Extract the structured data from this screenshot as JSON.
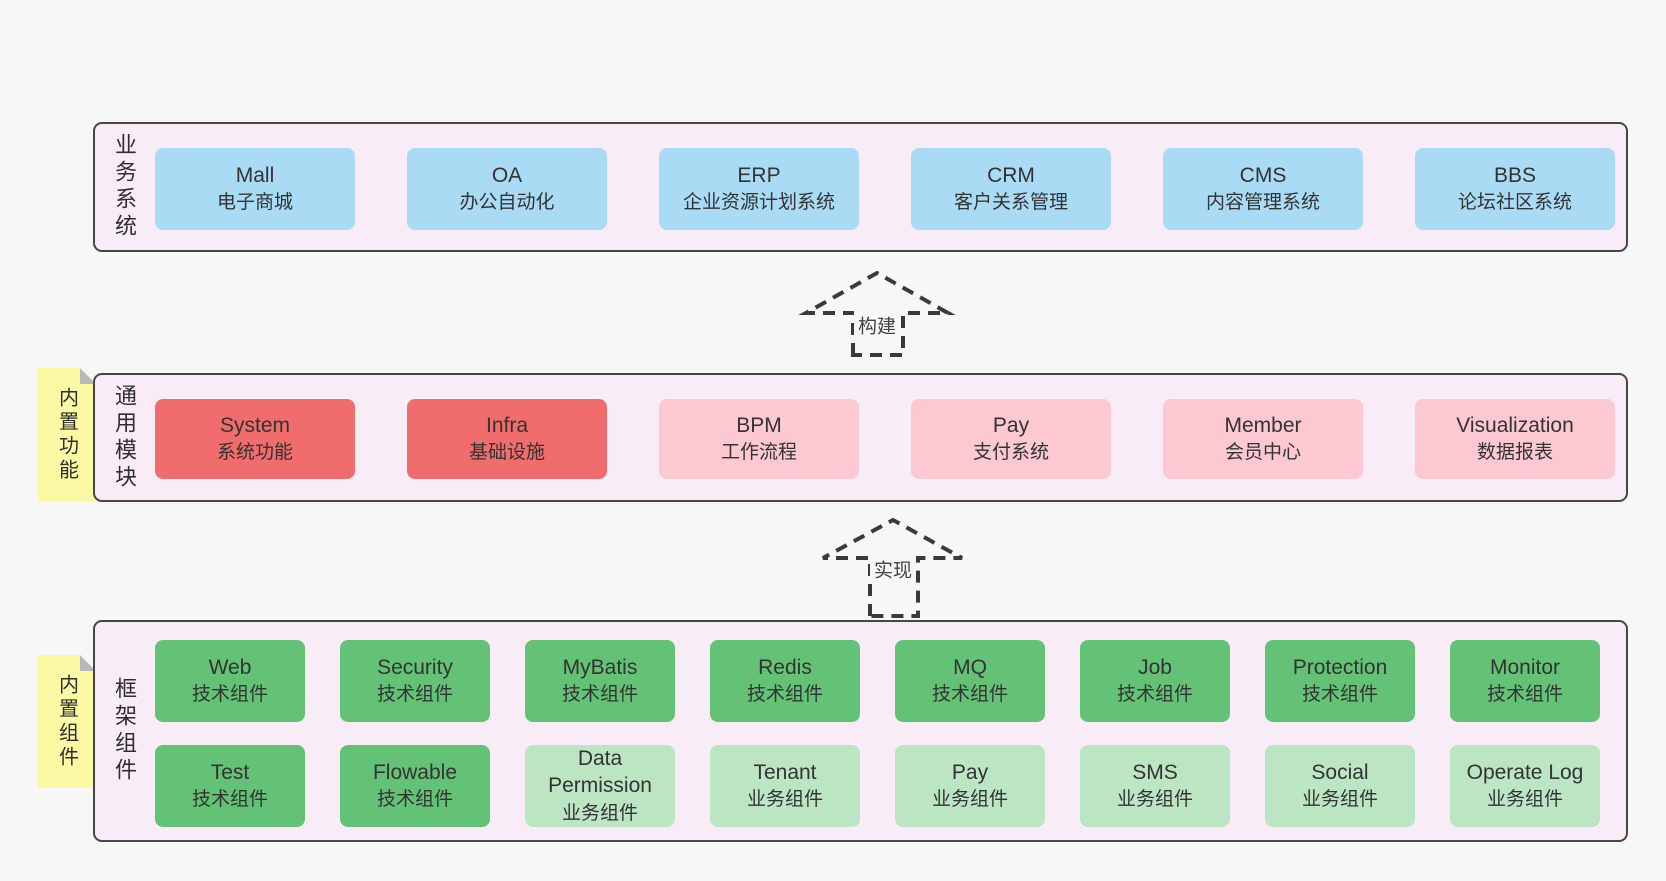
{
  "colors": {
    "page_bg": "#f7f7f7",
    "container_bg": "#f8edf6",
    "container_border": "#464646",
    "blue": "#a9dbf5",
    "red": "#f16c6c",
    "pink": "#fcc8d1",
    "green": "#64c276",
    "lightgreen": "#bce5c4",
    "sticky_yellow": "#fbf9a3",
    "fold_gray": "#b8b8b8",
    "arrow_dash": "#3a3a3a",
    "text": "#333333"
  },
  "sections": [
    {
      "id": "business-systems",
      "label": "业务系统",
      "sticky": null,
      "rows": [
        [
          {
            "en": "Mall",
            "zh": "电子商城",
            "type": "blue"
          },
          {
            "en": "OA",
            "zh": "办公自动化",
            "type": "blue"
          },
          {
            "en": "ERP",
            "zh": "企业资源计划系统",
            "type": "blue"
          },
          {
            "en": "CRM",
            "zh": "客户关系管理",
            "type": "blue"
          },
          {
            "en": "CMS",
            "zh": "内容管理系统",
            "type": "blue"
          },
          {
            "en": "BBS",
            "zh": "论坛社区系统",
            "type": "blue"
          }
        ]
      ]
    },
    {
      "id": "common-modules",
      "label": "通用模块",
      "sticky": "内置功能",
      "rows": [
        [
          {
            "en": "System",
            "zh": "系统功能",
            "type": "red"
          },
          {
            "en": "Infra",
            "zh": "基础设施",
            "type": "red"
          },
          {
            "en": "BPM",
            "zh": "工作流程",
            "type": "pink"
          },
          {
            "en": "Pay",
            "zh": "支付系统",
            "type": "pink"
          },
          {
            "en": "Member",
            "zh": "会员中心",
            "type": "pink"
          },
          {
            "en": "Visualization",
            "zh": "数据报表",
            "type": "pink"
          }
        ]
      ]
    },
    {
      "id": "framework-components",
      "label": "框架组件",
      "sticky": "内置组件",
      "rows": [
        [
          {
            "en": "Web",
            "zh": "技术组件",
            "type": "green"
          },
          {
            "en": "Security",
            "zh": "技术组件",
            "type": "green"
          },
          {
            "en": "MyBatis",
            "zh": "技术组件",
            "type": "green"
          },
          {
            "en": "Redis",
            "zh": "技术组件",
            "type": "green"
          },
          {
            "en": "MQ",
            "zh": "技术组件",
            "type": "green"
          },
          {
            "en": "Job",
            "zh": "技术组件",
            "type": "green"
          },
          {
            "en": "Protection",
            "zh": "技术组件",
            "type": "green"
          },
          {
            "en": "Monitor",
            "zh": "技术组件",
            "type": "green"
          }
        ],
        [
          {
            "en": "Test",
            "zh": "技术组件",
            "type": "green"
          },
          {
            "en": "Flowable",
            "zh": "技术组件",
            "type": "green"
          },
          {
            "en": "Data Permission",
            "zh": "业务组件",
            "type": "lightgreen"
          },
          {
            "en": "Tenant",
            "zh": "业务组件",
            "type": "lightgreen"
          },
          {
            "en": "Pay",
            "zh": "业务组件",
            "type": "lightgreen"
          },
          {
            "en": "SMS",
            "zh": "业务组件",
            "type": "lightgreen"
          },
          {
            "en": "Social",
            "zh": "业务组件",
            "type": "lightgreen"
          },
          {
            "en": "Operate Log",
            "zh": "业务组件",
            "type": "lightgreen"
          }
        ]
      ]
    }
  ],
  "arrows": [
    {
      "label": "构建"
    },
    {
      "label": "实现"
    }
  ]
}
